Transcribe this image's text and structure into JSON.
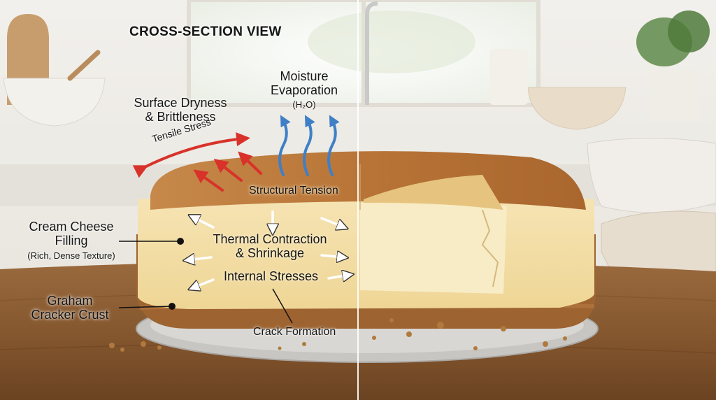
{
  "title": "CROSS-SECTION VIEW",
  "labels": {
    "moisture_line1": "Moisture",
    "moisture_line2": "Evaporation",
    "moisture_formula": "(H₂O)",
    "surface_line1": "Surface Dryness",
    "surface_line2": "& Brittleness",
    "tensile_stress": "Tensile Stress",
    "structural_tension": "Structural Tension",
    "filling_line1": "Cream Cheese",
    "filling_line2": "Filling",
    "filling_note": "(Rich, Dense Texture)",
    "thermal_line1": "Thermal Contraction",
    "thermal_line2": "& Shrinkage",
    "internal_stresses": "Internal Stresses",
    "crust_line1": "Graham",
    "crust_line2": "Cracker Crust",
    "crack_formation": "Crack Formation"
  },
  "colors": {
    "tensile_arrow": "#d8322a",
    "moisture_arrow": "#3f7fc6",
    "internal_arrow": "#ffffff",
    "leader_dot": "#111111"
  }
}
